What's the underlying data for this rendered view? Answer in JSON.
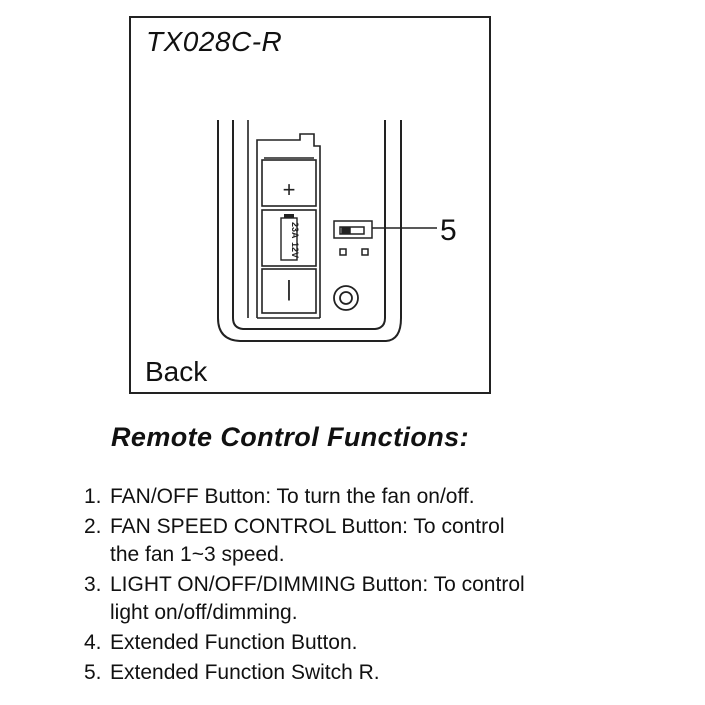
{
  "figure": {
    "model": "TX028C-R",
    "caption": "Back",
    "callout_number": "5",
    "battery_label_type": "23A",
    "battery_label_voltage": "12V",
    "plus_symbol": "+",
    "minus_symbol": "–"
  },
  "section": {
    "title": "Remote Control Functions:"
  },
  "functions": [
    {
      "num": "1.",
      "lines": [
        "FAN/OFF Button: To turn the fan on/off."
      ]
    },
    {
      "num": "2.",
      "lines": [
        "FAN SPEED CONTROL Button: To control",
        "the fan 1~3 speed."
      ]
    },
    {
      "num": "3.",
      "lines": [
        "LIGHT ON/OFF/DIMMING Button: To control",
        "light on/off/dimming."
      ]
    },
    {
      "num": "4.",
      "lines": [
        "Extended Function Button."
      ]
    },
    {
      "num": "5.",
      "lines": [
        "Extended Function Switch R."
      ]
    }
  ]
}
